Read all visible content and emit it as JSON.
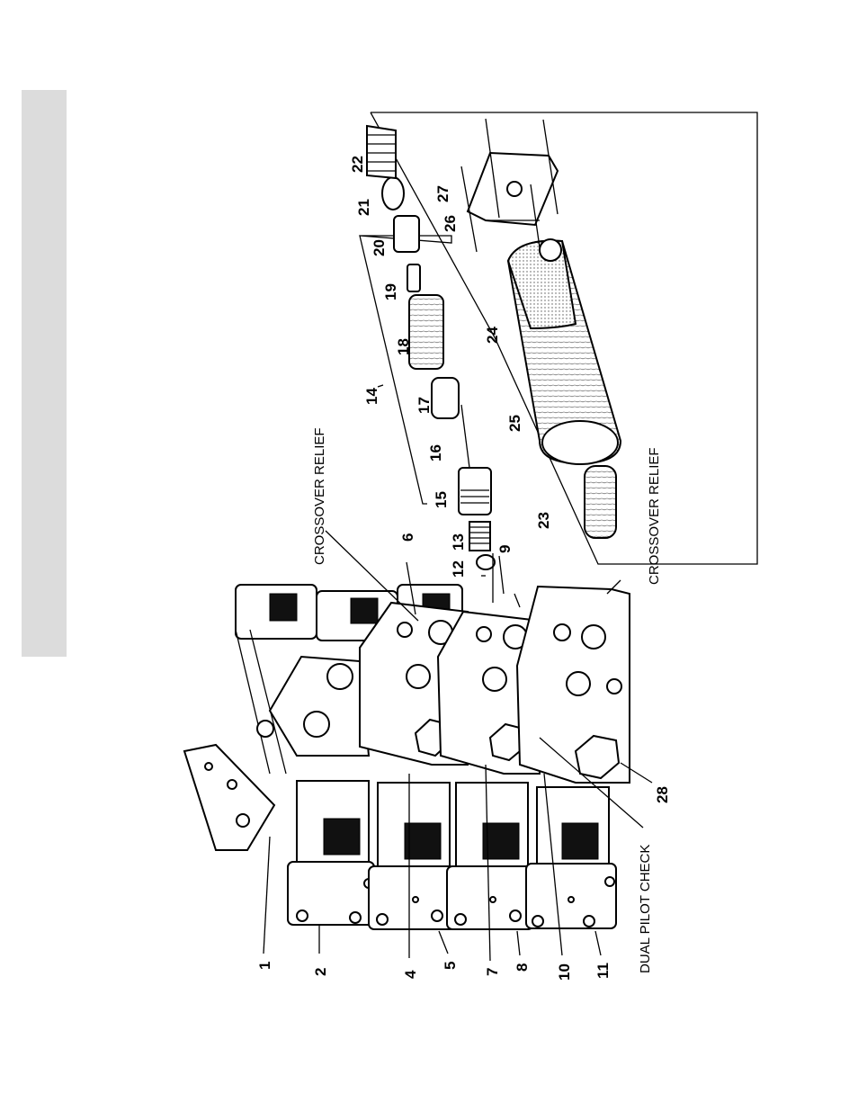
{
  "captions": {
    "crossover_relief_top": "CROSSOVER RELIEF",
    "crossover_relief_right": "CROSSOVER RELIEF",
    "dual_pilot_check": "DUAL PILOT CHECK"
  },
  "callouts": {
    "c1": "1",
    "c2": "2",
    "c4": "4",
    "c5": "5",
    "c6": "6",
    "c7": "7",
    "c8": "8",
    "c9": "9",
    "c10": "10",
    "c11": "11",
    "c12": "12",
    "c13": "13",
    "c14": "14",
    "c15": "15",
    "c16": "16",
    "c17": "17",
    "c18": "18",
    "c19": "19",
    "c20": "20",
    "c21": "21",
    "c22": "22",
    "c23": "23",
    "c24": "24",
    "c25": "25",
    "c26": "26",
    "c27": "27",
    "c28": "28"
  }
}
